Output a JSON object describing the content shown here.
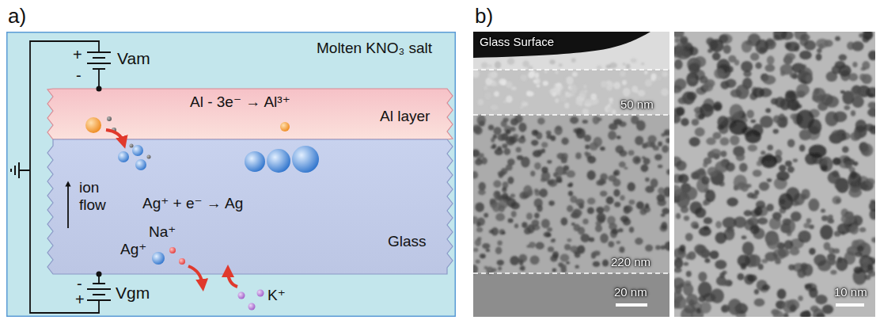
{
  "diagram": {
    "nodes": [
      {
        "text": [
          "Molten KNO₃ salt"
        ]
      },
      {
        "text": [
          "Al - 3e⁻ → Al³⁺",
          "Al layer"
        ],
        "in": 0
      },
      {
        "text": [
          "ion flow",
          "Ag⁺ + e⁻ → Ag",
          "Na⁺",
          "Ag⁺",
          "Glass"
        ],
        "in": 0
      }
    ],
    "labels": [
      "a)",
      "+",
      "Vam",
      "-",
      "-",
      "Vgm",
      "+",
      "K⁺",
      "b)",
      "Glass Surface",
      "50 nm",
      "220 nm",
      "20 nm",
      "10 nm"
    ]
  }
}
